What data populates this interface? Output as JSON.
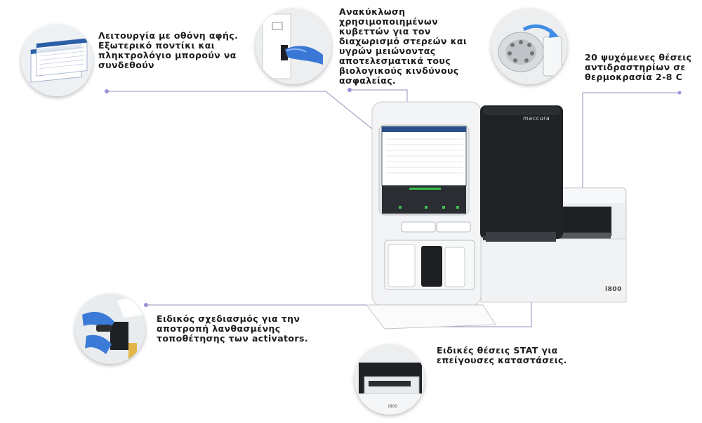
{
  "callouts": {
    "touch": "Λειτουργία με οθόνη αφής.\nΕξωτερικό ποντίκι και\nπληκτρολόγιο μπορούν να\nσυνδεθούν",
    "recycle": "Ανακύκλωση\nχρησιμοποιημένων\nκυβεττών για τον\nδιαχωρισμό στερεών και\nυγρών μειώνοντας\nαποτελεσματικά τους\nβιολογικούς κινδύνους\nασφαλείας.",
    "reagent": "20 ψυχόμενες θέσεις\nαντιδραστηρίων σε\nθερμοκρασία 2-8 C",
    "activator": "Ειδικός σχεδιασμός για την\nαποτροπή λανθασμένης\nτοποθέτησης των activators.",
    "stat": "Ειδικές θέσεις STAT για\nεπείγουσες καταστάσεις."
  },
  "device": {
    "brand": "maccura",
    "model": "i800"
  },
  "colors": {
    "line": "#8f93b8",
    "dot": "#9a93d6",
    "screen_bar": "#38c24a",
    "panel_dark": "#1f2124"
  }
}
